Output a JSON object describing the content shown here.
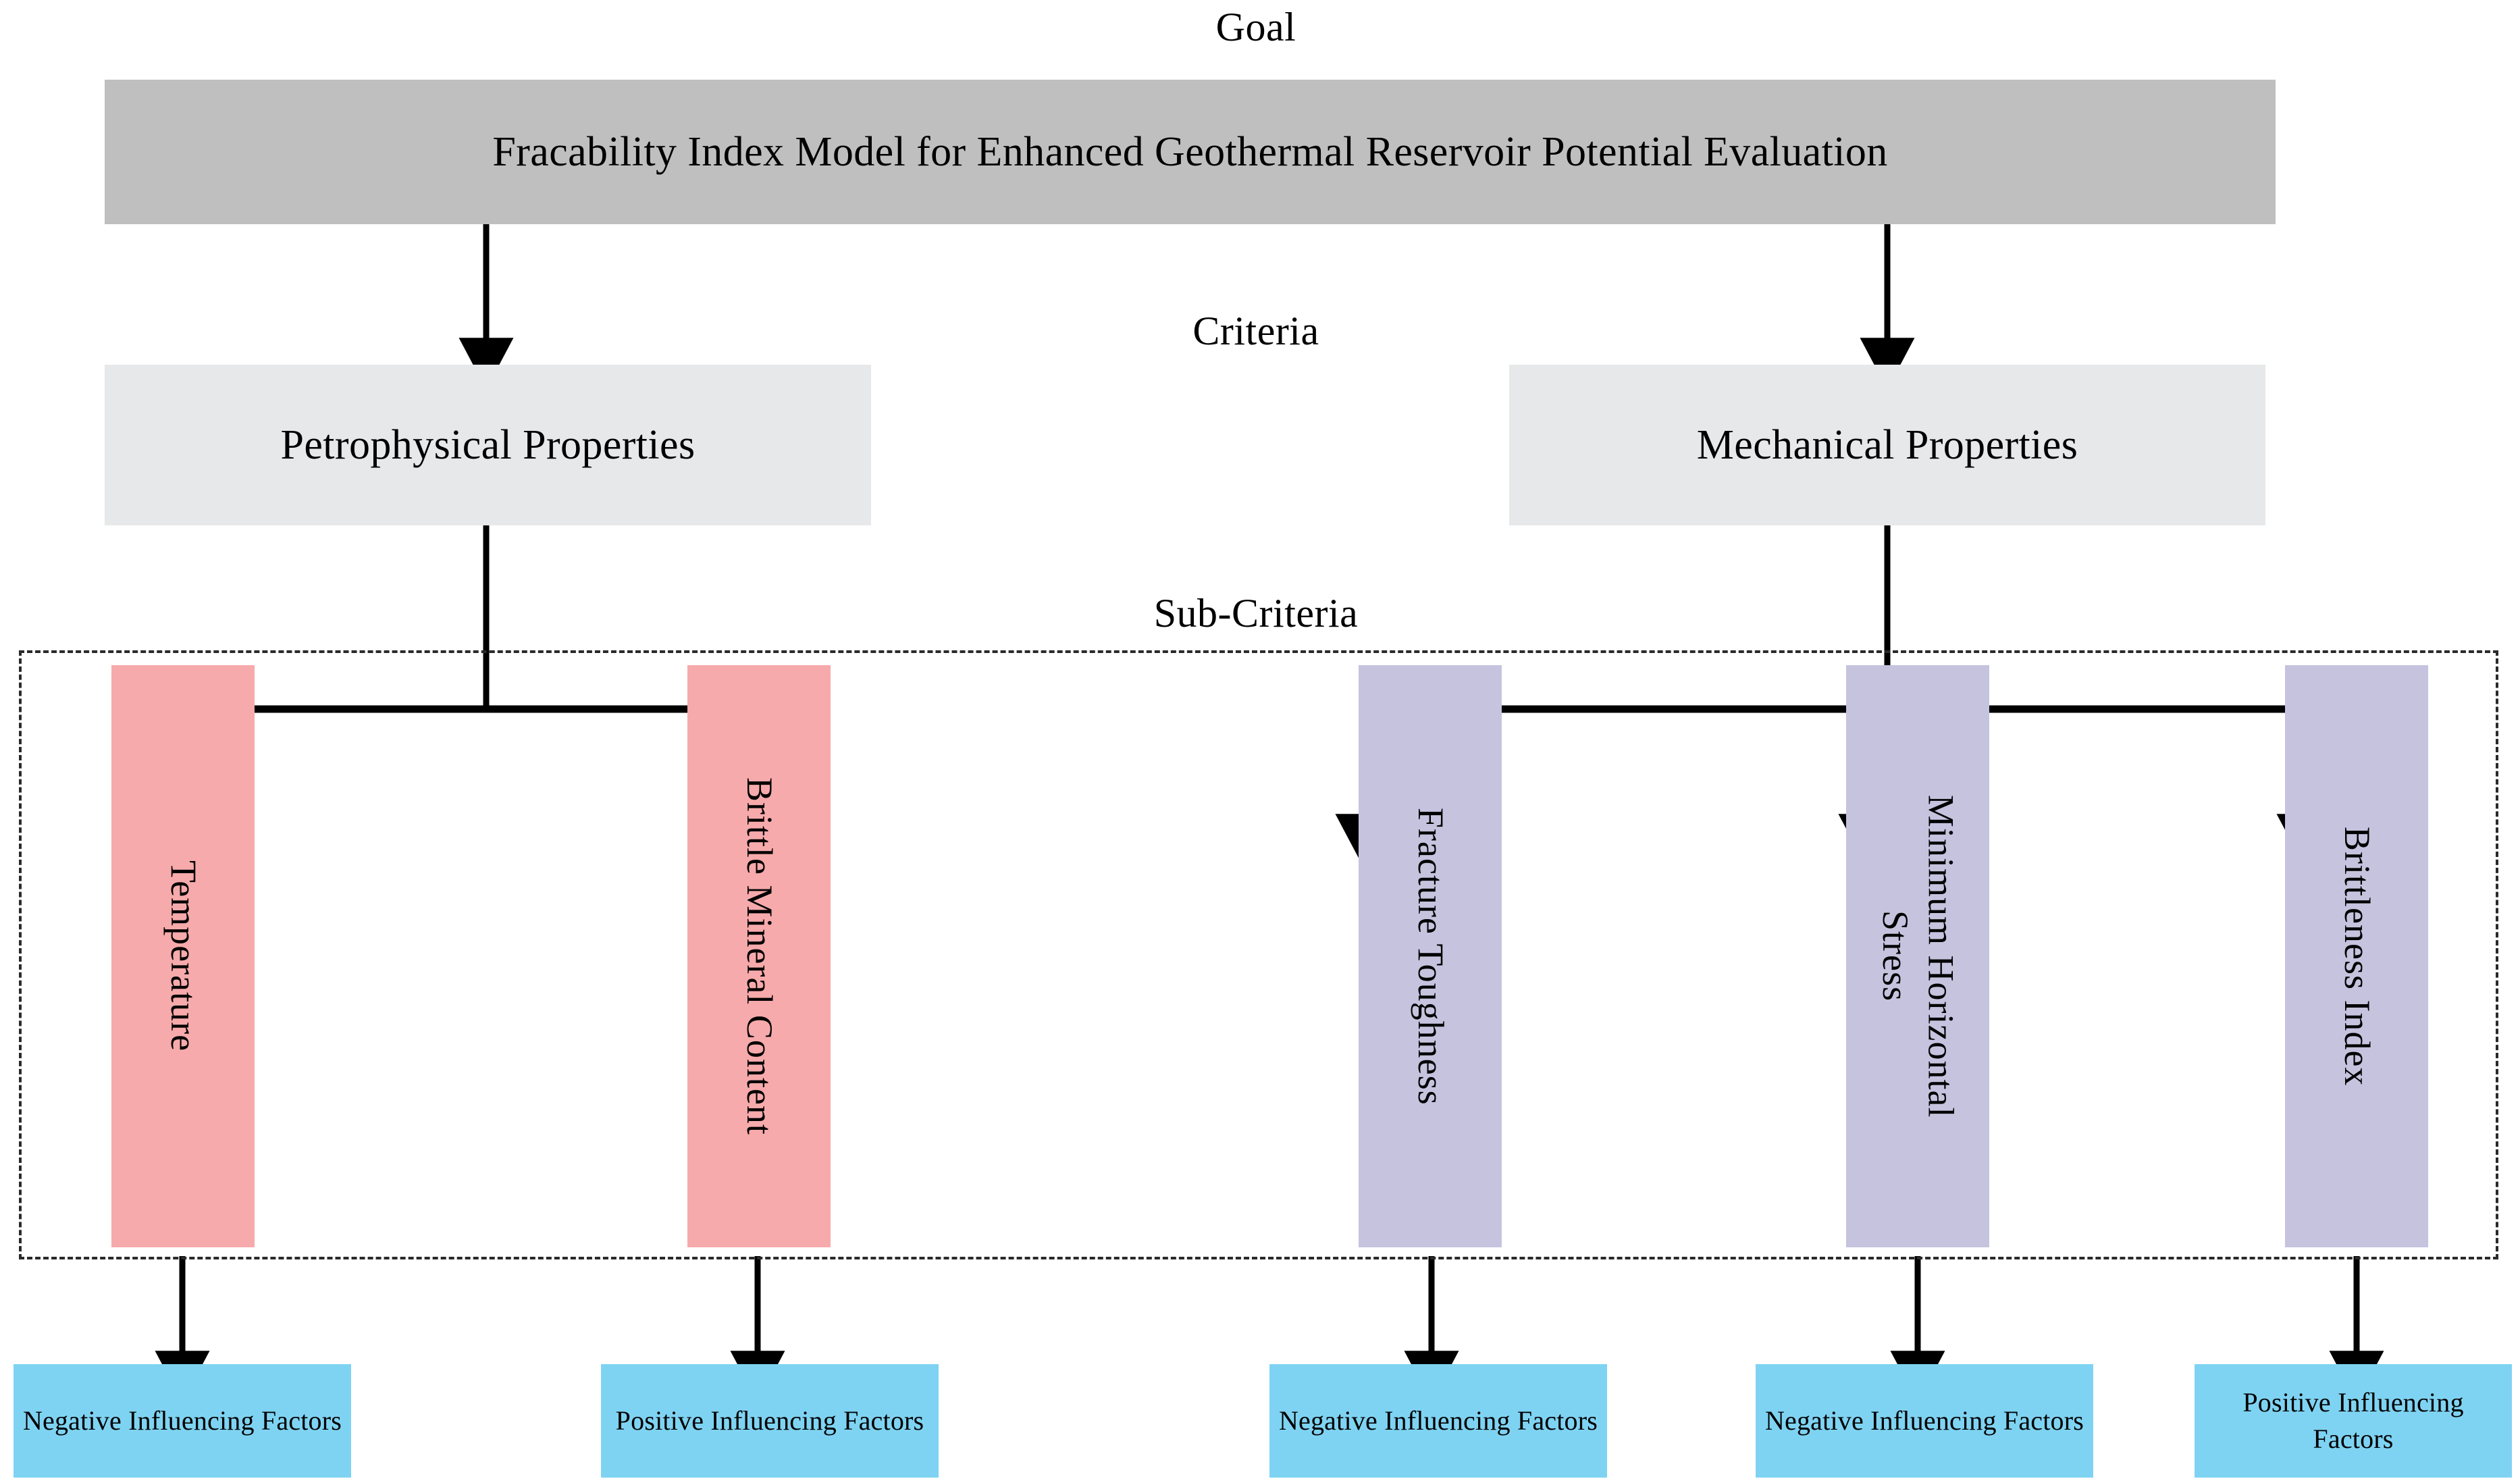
{
  "levels": {
    "goal_label": "Goal",
    "criteria_label": "Criteria",
    "subcriteria_label": "Sub-Criteria"
  },
  "goal": {
    "title": "Fracability Index Model for Enhanced Geothermal Reservoir Potential Evaluation",
    "color": "#BFBFBF"
  },
  "criteria": [
    {
      "label": "Petrophysical Properties",
      "color": "#E7E8EA"
    },
    {
      "label": "Mechanical Properties",
      "color": "#E7E8EA"
    }
  ],
  "sub_criteria": [
    {
      "label": "Temperature",
      "color": "#F6AAAB",
      "group": "Petrophysical Properties"
    },
    {
      "label": "Brittle Mineral Content",
      "color": "#F6AAAB",
      "group": "Petrophysical Properties"
    },
    {
      "label": "Fracture Toughness",
      "color": "#C5C3DE",
      "group": "Mechanical Properties"
    },
    {
      "label": "Minimum Horizontal Stress",
      "color": "#C5C3DE",
      "group": "Mechanical Properties"
    },
    {
      "label": "Brittleness Index",
      "color": "#C5C3DE",
      "group": "Mechanical Properties"
    }
  ],
  "influence": [
    {
      "label": "Negative Influencing Factors",
      "color": "#7FD3F2",
      "parent": "Temperature"
    },
    {
      "label": "Positive Influencing Factors",
      "color": "#7FD3F2",
      "parent": "Brittle Mineral Content"
    },
    {
      "label": "Negative Influencing Factors",
      "color": "#7FD3F2",
      "parent": "Fracture Toughness"
    },
    {
      "label": "Negative Influencing Factors",
      "color": "#7FD3F2",
      "parent": "Minimum Horizontal Stress"
    },
    {
      "label": "Positive Influencing Factors",
      "color": "#7FD3F2",
      "parent": "Brittleness Index"
    }
  ],
  "colors": {
    "edge": "#000000",
    "dashed_frame": "#2A2A2A",
    "background": "#FFFFFF"
  }
}
